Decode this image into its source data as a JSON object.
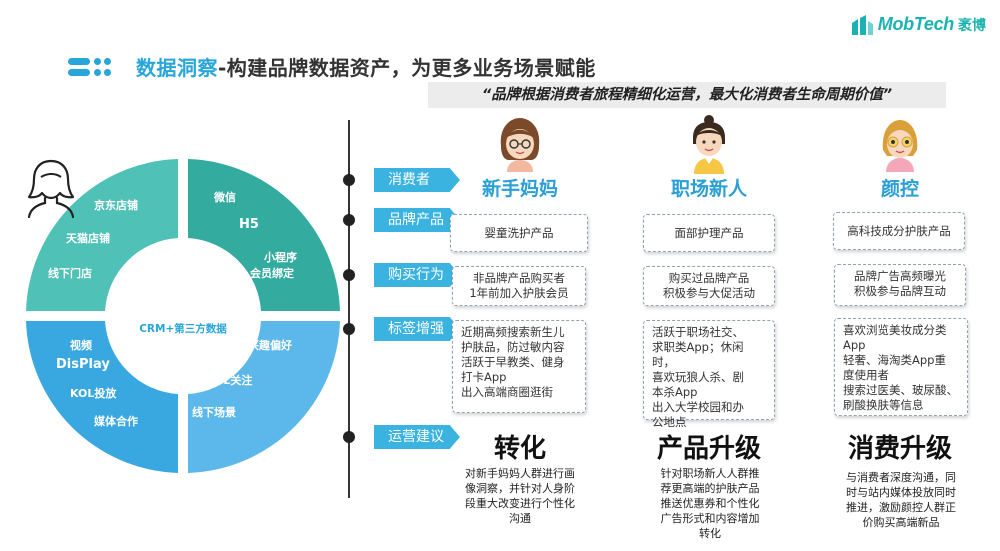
{
  "brand": {
    "logo_text": "MobTech",
    "logo_cn": "袤博",
    "accent": "#1bb3b1"
  },
  "title": {
    "highlight": "数据洞察",
    "rest": "-构建品牌数据资产，为更多业务场景赋能"
  },
  "quote": "“品牌根据消费者旅程精细化运营，最大化消费者生命周期价值”",
  "ring": {
    "center_label": "CRM+第三方数据",
    "colors": {
      "teal": "#4fc1b6",
      "teal_dark": "#33ab9f",
      "blue": "#3aa8e0",
      "blue_light": "#5cb8ea"
    },
    "quadrants": {
      "top_left": [
        "京东店铺",
        "天猫店铺",
        "线下门店"
      ],
      "top_right": [
        "微信",
        "H5",
        "小程序",
        "会员绑定"
      ],
      "bottom_left": [
        "视频",
        "DisPlay",
        "KOL投放",
        "媒体合作"
      ],
      "bottom_right": [
        "兴趣偏好",
        "KOL关注",
        "线下场景"
      ]
    }
  },
  "rows": [
    "消费者",
    "品牌产品",
    "购买行为",
    "标签增强",
    "运营建议"
  ],
  "personas": [
    {
      "name": "新手妈妈",
      "product": "婴童洗护产品",
      "behavior": [
        "非品牌产品购买者",
        "1年前加入护肤会员"
      ],
      "tags": [
        "近期高频搜索新生儿",
        "护肤品，防过敏内容",
        "活跃于早教类、健身",
        "打卡App",
        "出入高端商圈逛街"
      ],
      "strategy": "转化",
      "advice": [
        "对新手妈妈人群进行画",
        "像洞察，并针对人身阶",
        "段重大改变进行个性化",
        "沟通"
      ]
    },
    {
      "name": "职场新人",
      "product": "面部护理产品",
      "behavior": [
        "购买过品牌产品",
        "积极参与大促活动"
      ],
      "tags": [
        "活跃于职场社交、",
        "求职类App；休闲时，",
        "喜欢玩狼人杀、剧",
        "本杀App",
        "出入大学校园和办",
        "公地点"
      ],
      "strategy": "产品升级",
      "advice": [
        "针对职场新人人群推",
        "荐更高端的护肤产品",
        "推送优惠券和个性化",
        "广告形式和内容增加",
        "转化"
      ]
    },
    {
      "name": "颜控",
      "product": "高科技成分护肤产品",
      "behavior": [
        "品牌广告高频曝光",
        "积极参与品牌互动"
      ],
      "tags": [
        "喜欢浏览美妆成分类",
        "App",
        "轻奢、海淘类App重",
        "度使用者",
        "搜索过医美、玻尿酸、",
        "刷酸换肤等信息"
      ],
      "strategy": "消费升级",
      "advice": [
        "与消费者深度沟通，同",
        "时与站内媒体投放同时",
        "推进，激励颜控人群正",
        "价购买高端新品"
      ]
    }
  ]
}
